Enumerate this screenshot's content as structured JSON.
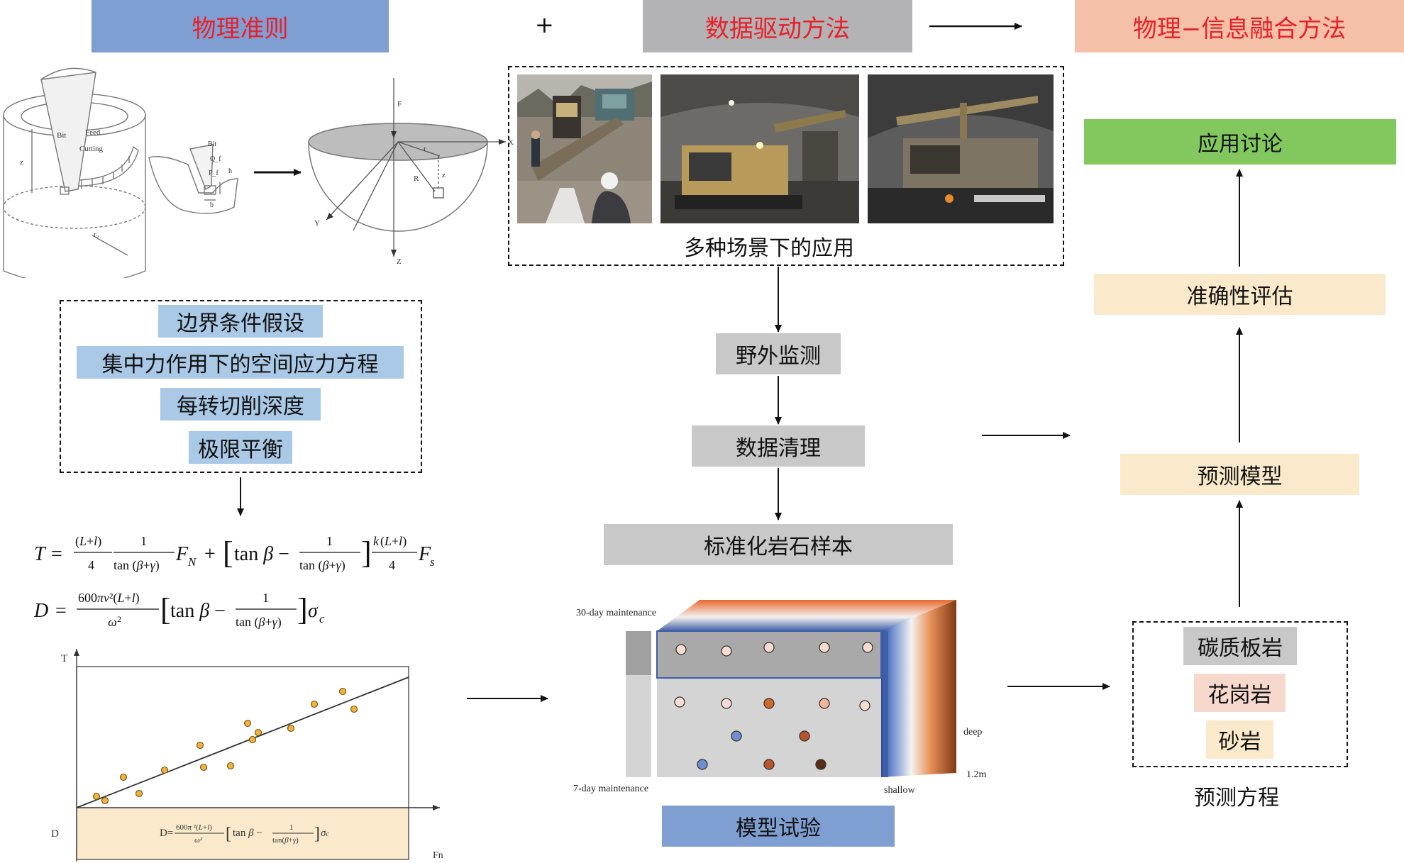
{
  "headers": {
    "physics": "物理准则",
    "plus": "+",
    "data_driven": "数据驱动方法",
    "fusion": "物理−信息融合方法"
  },
  "colors": {
    "physics_header": "#7f9fd3",
    "data_header": "#b3b3b5",
    "fusion_header": "#f5c0a8",
    "header_text": "#e8202a",
    "blue_tag": "#a9c9e6",
    "gray_box": "#c8c8c8",
    "yellow_box": "#faeacb",
    "green_box": "#82c85f",
    "pink_box": "#f7d8cc"
  },
  "physics": {
    "cutting_labels": {
      "bit": "Bit",
      "feed": "Feed",
      "cutting": "Cutting",
      "z": "z",
      "r2": "r₂",
      "bit2": "Bit",
      "qf": "Q_f",
      "pf": "P_f",
      "h": "h",
      "b": "b"
    },
    "sphere_labels": {
      "f": "F",
      "x": "X",
      "y": "Y",
      "z": "Z",
      "r": "r",
      "R": "R",
      "z2": "z"
    },
    "assumptions": [
      "边界条件假设",
      "集中力作用下的空间应力方程",
      "每转切削深度",
      "极限平衡"
    ],
    "graph_labels": {
      "t_axis": "T",
      "d_axis": "D",
      "fn_axis": "Fn"
    }
  },
  "data_driven": {
    "scenarios_caption": "多种场景下的应用",
    "steps": [
      "野外监测",
      "数据清理",
      "标准化岩石样本"
    ],
    "model_test": "模型试验",
    "test_labels": {
      "maint30": "30-day maintenance",
      "maint7": "7-day maintenance",
      "deep": "deep",
      "shallow": "shallow",
      "depth": "1.2m"
    }
  },
  "fusion": {
    "application": "应用讨论",
    "accuracy": "准确性评估",
    "prediction_model": "预测模型",
    "rocks": [
      "碳质板岩",
      "花岗岩",
      "砂岩"
    ],
    "equation_caption": "预测方程"
  }
}
